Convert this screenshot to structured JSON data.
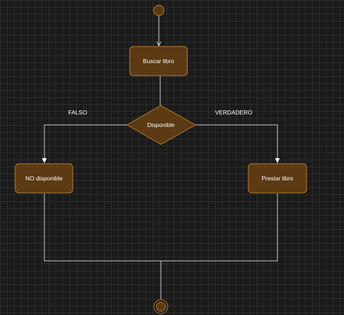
{
  "diagram": {
    "nodes": {
      "search": {
        "label": "Buscar libro"
      },
      "decision": {
        "label": "Disponible"
      },
      "not_available": {
        "label": "NO disponible"
      },
      "lend": {
        "label": "Prestar libro"
      }
    },
    "edges": {
      "false_label": "FALSO",
      "true_label": "VERDADERO"
    },
    "colors": {
      "node_fill": "#5c3a14",
      "node_stroke": "#b07a2f",
      "line": "#c8c8c8",
      "text": "#ffffff"
    }
  }
}
